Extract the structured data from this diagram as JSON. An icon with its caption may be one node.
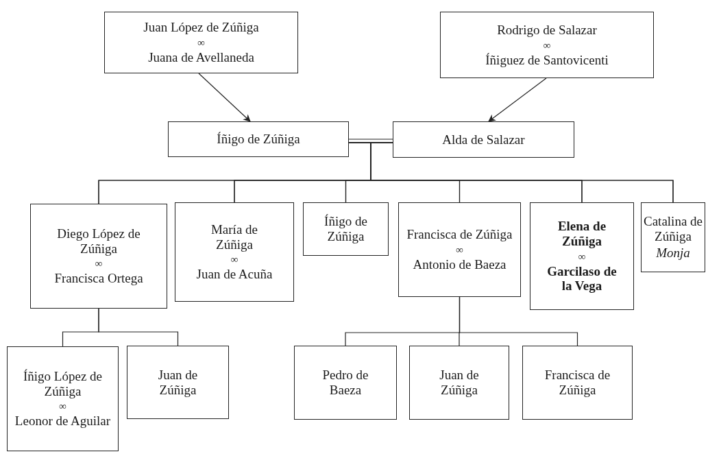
{
  "diagram": {
    "nodes": [
      {
        "text": [
          "Juan López de Zúñiga",
          "∞",
          "Juana de Avellaneda"
        ]
      },
      {
        "text": [
          "Rodrigo de Salazar",
          "∞",
          "Íñiguez de Santovicenti"
        ]
      },
      {
        "text": [
          "Íñigo de Zúñiga"
        ]
      },
      {
        "text": [
          "Alda de Salazar"
        ]
      },
      {
        "text": [
          "Diego López de Zúñiga",
          "∞",
          "Francisca Ortega"
        ]
      },
      {
        "text": [
          "María de Zúñiga",
          "∞",
          "Juan de Acuña"
        ]
      },
      {
        "text": [
          "Íñigo de Zúñiga"
        ]
      },
      {
        "text": [
          "Francisca de Zúñiga",
          "∞",
          "Antonio de Baeza"
        ]
      },
      {
        "text": [
          "Elena de Zúñiga",
          "∞",
          "Garcilaso de la Vega"
        ]
      },
      {
        "text": [
          "Catalina de Zúñiga",
          "Monja"
        ]
      },
      {
        "text": [
          "Íñigo López de Zúñiga",
          "∞",
          "Leonor de Aguilar"
        ]
      },
      {
        "text": [
          "Juan de Zúñiga"
        ]
      },
      {
        "text": [
          "Pedro de Baeza"
        ]
      },
      {
        "text": [
          "Juan de Zúñiga"
        ]
      },
      {
        "text": [
          "Francisca de Zúñiga"
        ]
      }
    ],
    "edges": [
      {
        "from": 0,
        "to": 2,
        "arrow": "to"
      },
      {
        "from": 1,
        "to": 3,
        "arrow": "to"
      },
      {
        "from": 2,
        "to": 3,
        "arrow": "none"
      },
      {
        "from": 2,
        "to": 4,
        "arrow": "none"
      },
      {
        "from": 2,
        "to": 5,
        "arrow": "none"
      },
      {
        "from": 2,
        "to": 6,
        "arrow": "none"
      },
      {
        "from": 2,
        "to": 7,
        "arrow": "none"
      },
      {
        "from": 2,
        "to": 8,
        "arrow": "none"
      },
      {
        "from": 2,
        "to": 9,
        "arrow": "none"
      },
      {
        "from": 3,
        "to": 4,
        "arrow": "none"
      },
      {
        "from": 3,
        "to": 5,
        "arrow": "none"
      },
      {
        "from": 3,
        "to": 6,
        "arrow": "none"
      },
      {
        "from": 3,
        "to": 7,
        "arrow": "none"
      },
      {
        "from": 3,
        "to": 8,
        "arrow": "none"
      },
      {
        "from": 3,
        "to": 9,
        "arrow": "none"
      },
      {
        "from": 4,
        "to": 10,
        "arrow": "none"
      },
      {
        "from": 4,
        "to": 11,
        "arrow": "none"
      },
      {
        "from": 7,
        "to": 12,
        "arrow": "none"
      },
      {
        "from": 7,
        "to": 13,
        "arrow": "none"
      },
      {
        "from": 7,
        "to": 14,
        "arrow": "none"
      }
    ]
  }
}
